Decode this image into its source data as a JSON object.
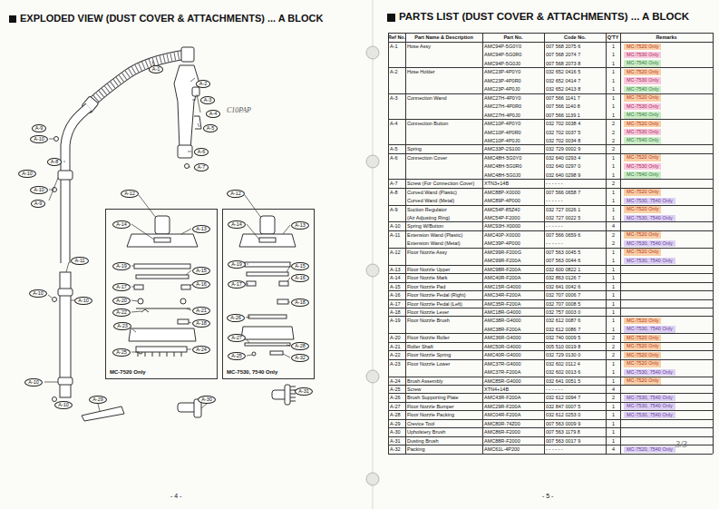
{
  "diagram": {
    "title": "EXPLODED VIEW (DUST COVER & ATTACHMENTS) ... A BLOCK",
    "nodes": [
      {
        "text": [
          "MC-7520 Only"
        ]
      },
      {
        "text": [
          "MC-7530, 7540 Only"
        ]
      }
    ],
    "labels": [
      "PARTS LIST (DUST COVER & ATTACHMENTS) ... A BLOCK",
      "Ref No.",
      "Part Name & Description",
      "Part No.",
      "Code No.",
      "Q'TY",
      "Remarks",
      "A-1",
      "Hose Assy",
      "AMC94P-5G0Y0",
      "007 568 2075 6",
      "1",
      "MC-7520 Only",
      "AMC94P-5G0R0",
      "007 568 2074 7",
      "1",
      "MC-7530 Only",
      "AMC94P-5G0J0",
      "007 568 2073 8",
      "1",
      "MC-7540 Only",
      "A-2",
      "Hose Holder",
      "AMC23P-4P0Y0",
      "032 652 0416 5",
      "1",
      "MC-7520 Only",
      "AMC23P-4P0R0",
      "032 652 0414 7",
      "1",
      "MC-7530 Only",
      "AMC23P-4P0J0",
      "032 652 0413 8",
      "1",
      "MC-7540 Only",
      "A-3",
      "Connection Wand",
      "AMC27H-4P0Y0",
      "007 566 1141 7",
      "1",
      "MC-7520 Only",
      "AMC27H-4P0R0",
      "007 566 1140 8",
      "1",
      "MC-7530 Only",
      "AMC27H-4P0J0",
      "007 566 1139 1",
      "1",
      "MC-7540 Only",
      "A-4",
      "Connection Button",
      "AMC10P-4P0Y0",
      "032 702 0038 4",
      "2",
      "MC-7520 Only",
      "AMC10P-4P0R0",
      "032 702 0037 5",
      "2",
      "MC-7530 Only",
      "AMC10P-4P0J0",
      "032 702 0034 8",
      "2",
      "MC-7540 Only",
      "A-5",
      "Spring",
      "AMC33P-2S100",
      "032 729 0002 9",
      "2",
      "A-6",
      "Connection Cover",
      "AMC48H-5G0Y0",
      "032 640 0293 4",
      "1",
      "MC-7520 Only",
      "AMC48H-5G0R0",
      "032 640 0297 0",
      "1",
      "MC-7530 Only",
      "AMC48H-5G0J0",
      "032 640 0298 9",
      "1",
      "MC-7540 Only",
      "A-7",
      "Screw (For Connection Cover)",
      "XTN3+14B",
      "- - - - - -",
      "2",
      "A-8",
      "Curved Wand (Plastic)",
      "AMC88P-X0000",
      "007 566 0658 7",
      "1",
      "MC-7520 Only",
      "Curved Wand (Metal)",
      "AMC89P-4P000",
      "- - - - - -",
      "1",
      "MC-7530, 7540 Only",
      "A-9",
      "Suction Regulator",
      "AMC54P-85Z40",
      "032 727 0026 1",
      "1",
      "MC-7520 Only",
      "(Air Adjusting Ring)",
      "AMC54P-F2000",
      "032 727 0022 5",
      "1",
      "MC-7530, 7540 Only",
      "A-10",
      "Spring W/Button",
      "AMC93H-X0000",
      "- - - - - -",
      "4",
      "A-11",
      "Extension Wand (Plastic)",
      "AMC40P-X0000",
      "007 566 0659 6",
      "2",
      "MC-7520 Only",
      "Extension Wand (Metal)",
      "AMC39P-4P000",
      "- - - - - -",
      "2",
      "MC-7530, 7540 Only",
      "A-12",
      "Floor Nozzle Assy",
      "AMC99R-F200G",
      "007 563 0045 5",
      "1",
      "MC-7520 Only",
      "AMC99R-F200A",
      "007 563 0044 6",
      "1",
      "MC-7530, 7540 Only",
      "A-13",
      "Floor Nozzle Upper",
      "AMC98R-F200A",
      "032 600 0822 1",
      "1",
      "A-14",
      "Floor Nozzle Mark",
      "AMC40R-F200A",
      "032 863 0126 7",
      "1",
      "A-15",
      "Floor Nozzle Pad",
      "AMC15R-G4000",
      "032 641 0042 6",
      "1",
      "A-16",
      "Floor Nozzle Pedal (Right)",
      "AMC34R-F200A",
      "032 707 0006 7",
      "1",
      "A-17",
      "Floor Nozzle Pedal (Left)",
      "AMC35R-F200A",
      "032 707 0008 5",
      "1",
      "A-18",
      "Floor Nozzle Lever",
      "AMC18R-G4000",
      "032 757 0003 0",
      "1",
      "A-19",
      "Floor Nozzle Brush",
      "AMC38R-G4000",
      "032 612 0087 6",
      "1",
      "MC-7520 Only",
      "AMC38R-F200A",
      "032 612 0086 7",
      "1",
      "MC-7530, 7540 Only",
      "A-20",
      "Floor Nozzle Roller",
      "AMC36R-G4000",
      "032 740 0009 5",
      "2",
      "MC-7520 Only",
      "A-21",
      "Roller Shaft",
      "AMC50R-G4000",
      "005 510 0019 8",
      "2",
      "MC-7520 Only",
      "A-22",
      "Floor Nozzle Spring",
      "AMC40R-G4000",
      "032 729 0130 0",
      "2",
      "MC-7520 Only",
      "A-23",
      "Floor Nozzle Lower",
      "AMC37R-G4000",
      "032 602 0112 4",
      "1",
      "MC-7520 Only",
      "AMC37R-F200A",
      "032 602 0013 6",
      "1",
      "MC-7530, 7540 Only",
      "A-24",
      "Brush Assembly",
      "AMC85R-G4000",
      "032 641 0051 5",
      "1",
      "MC-7520 Only",
      "A-25",
      "Screw",
      "XTN4+14B",
      "- - - - - -",
      "4",
      "A-26",
      "Brush Supporting Plate",
      "AMC43R-F200A",
      "032 612 0094 7",
      "2",
      "MC-7530, 7540 Only",
      "A-27",
      "Floor Nozzle Bumper",
      "AMC29R-F200A",
      "032 847 0007 5",
      "1",
      "MC-7530, 7540 Only",
      "A-28",
      "Floor Nozzle Packing",
      "AMC04R-F200A",
      "032 612 0253 0",
      "1",
      "MC-7530, 7540 Only",
      "A-29",
      "Crevice Tool",
      "AMC80R-74Z00",
      "007 563 0009 9",
      "1",
      "A-30",
      "Upholstery Brush",
      "AMC86R-F2000",
      "007 563 1179 8",
      "1",
      "A-31",
      "Dusting Brush",
      "AMC88R-F2000",
      "007 563 0017 9",
      "1",
      "A-32",
      "Packing",
      "AMC61L-4P200",
      "- - - - - -",
      "4",
      "MC-7520, 7540 Only",
      "A-1",
      "A-2",
      "A-3",
      "A-4",
      "A-5",
      "A-6",
      "A-7",
      "A-9",
      "A-10",
      "A-8",
      "A-10",
      "A-10",
      "A-9",
      "A-11",
      "A-10",
      "A-10",
      "A-10",
      "A-10",
      "A-29",
      "A-30",
      "A-31",
      "A-12",
      "A-14",
      "A-13",
      "A-19",
      "A-15",
      "A-16",
      "A-17",
      "A-20",
      "A-22",
      "A-21",
      "A-18",
      "A-23",
      "A-25",
      "A-24",
      "A-12",
      "A-14",
      "A-13",
      "A-19",
      "A-15",
      "A-16",
      "A-17",
      "A-18",
      "A-26",
      "A-27",
      "A-28",
      "A-25",
      "A-32",
      "- 4 -",
      "- 5 -",
      "3/3",
      "C10PAP"
    ]
  }
}
